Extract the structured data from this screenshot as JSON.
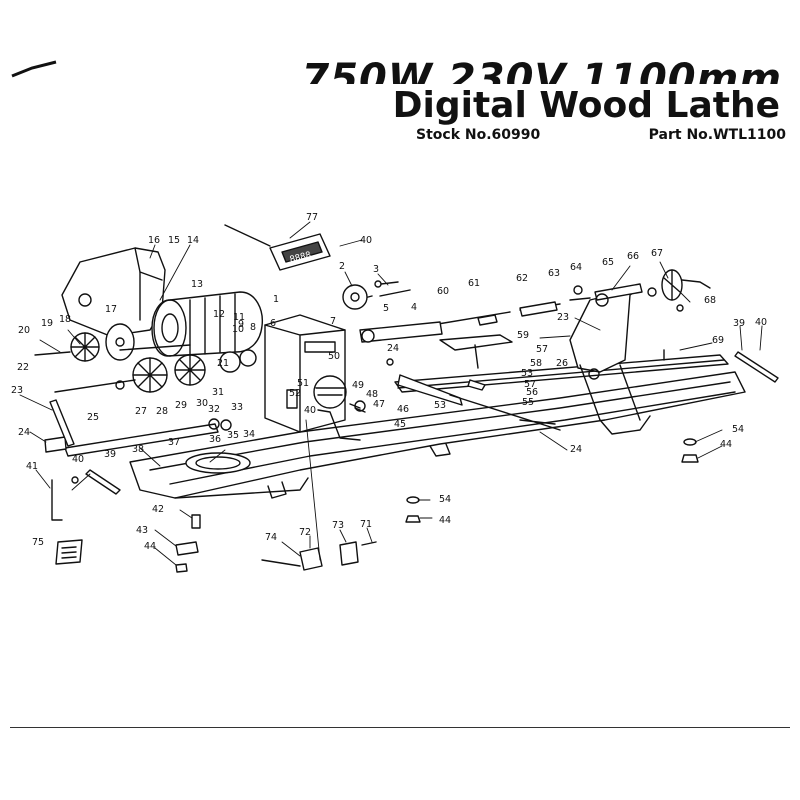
{
  "header": {
    "title_line1": "750W 230V 1100mm",
    "title_line2": "Digital Wood Lathe",
    "stock_no": "Stock No.60990",
    "part_no": "Part No.WTL1100"
  },
  "display_unit_text": "8888",
  "callouts": [
    {
      "label": "77"
    },
    {
      "label": "40"
    },
    {
      "label": "16"
    },
    {
      "label": "15"
    },
    {
      "label": "14"
    },
    {
      "label": "2"
    },
    {
      "label": "3"
    },
    {
      "label": "64"
    },
    {
      "label": "63"
    },
    {
      "label": "62"
    },
    {
      "label": "65"
    },
    {
      "label": "66"
    },
    {
      "label": "67"
    },
    {
      "label": "68"
    },
    {
      "label": "13"
    },
    {
      "label": "17"
    },
    {
      "label": "18"
    },
    {
      "label": "19"
    },
    {
      "label": "20"
    },
    {
      "label": "60"
    },
    {
      "label": "61"
    },
    {
      "label": "4"
    },
    {
      "label": "5"
    },
    {
      "label": "7"
    },
    {
      "label": "12"
    },
    {
      "label": "11"
    },
    {
      "label": "9"
    },
    {
      "label": "10"
    },
    {
      "label": "8"
    },
    {
      "label": "6"
    },
    {
      "label": "1"
    },
    {
      "label": "23"
    },
    {
      "label": "39"
    },
    {
      "label": "40"
    },
    {
      "label": "69"
    },
    {
      "label": "59"
    },
    {
      "label": "26"
    },
    {
      "label": "24"
    },
    {
      "label": "57"
    },
    {
      "label": "58"
    },
    {
      "label": "50"
    },
    {
      "label": "21"
    },
    {
      "label": "22"
    },
    {
      "label": "23"
    },
    {
      "label": "27"
    },
    {
      "label": "28"
    },
    {
      "label": "29"
    },
    {
      "label": "30"
    },
    {
      "label": "31"
    },
    {
      "label": "32"
    },
    {
      "label": "33"
    },
    {
      "label": "53"
    },
    {
      "label": "57"
    },
    {
      "label": "56"
    },
    {
      "label": "55"
    },
    {
      "label": "53"
    },
    {
      "label": "51"
    },
    {
      "label": "52"
    },
    {
      "label": "49"
    },
    {
      "label": "48"
    },
    {
      "label": "47"
    },
    {
      "label": "46"
    },
    {
      "label": "45"
    },
    {
      "label": "40"
    },
    {
      "label": "25"
    },
    {
      "label": "36"
    },
    {
      "label": "35"
    },
    {
      "label": "34"
    },
    {
      "label": "24"
    },
    {
      "label": "37"
    },
    {
      "label": "38"
    },
    {
      "label": "24"
    },
    {
      "label": "39"
    },
    {
      "label": "40"
    },
    {
      "label": "41"
    },
    {
      "label": "54"
    },
    {
      "label": "44"
    },
    {
      "label": "54"
    },
    {
      "label": "44"
    },
    {
      "label": "42"
    },
    {
      "label": "43"
    },
    {
      "label": "44"
    },
    {
      "label": "75"
    },
    {
      "label": "74"
    },
    {
      "label": "72"
    },
    {
      "label": "73"
    },
    {
      "label": "71"
    }
  ]
}
